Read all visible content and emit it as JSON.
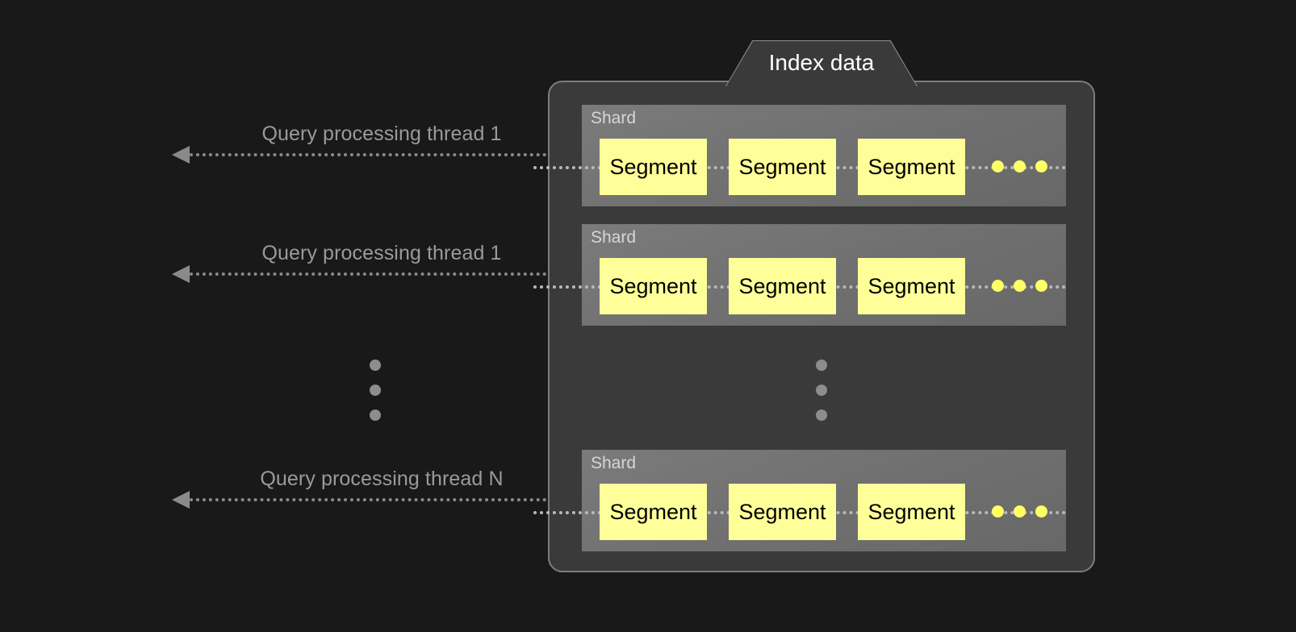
{
  "diagram": {
    "title": "Index data",
    "background_color": "#191919",
    "container_color": "#3a3a3a",
    "container_border_color": "#7d7d7d",
    "shard_color": "#737373",
    "segment_color": "#ffff99",
    "segment_text_color": "#000000",
    "arrow_color": "#8a8a8a",
    "label_color": "#9a9a9a"
  },
  "threads": [
    {
      "label": "Query processing thread 1"
    },
    {
      "label": "Query processing thread 1"
    },
    {
      "label": "Query processing thread N"
    }
  ],
  "shards": [
    {
      "label": "Shard",
      "segments": [
        "Segment",
        "Segment",
        "Segment"
      ],
      "has_ellipsis": true
    },
    {
      "label": "Shard",
      "segments": [
        "Segment",
        "Segment",
        "Segment"
      ],
      "has_ellipsis": true
    },
    {
      "label": "Shard",
      "segments": [
        "Segment",
        "Segment",
        "Segment"
      ],
      "has_ellipsis": true
    }
  ],
  "ellipsis": {
    "vertical_left": "⋮",
    "vertical_inner": "⋮",
    "horizontal": "•••"
  }
}
